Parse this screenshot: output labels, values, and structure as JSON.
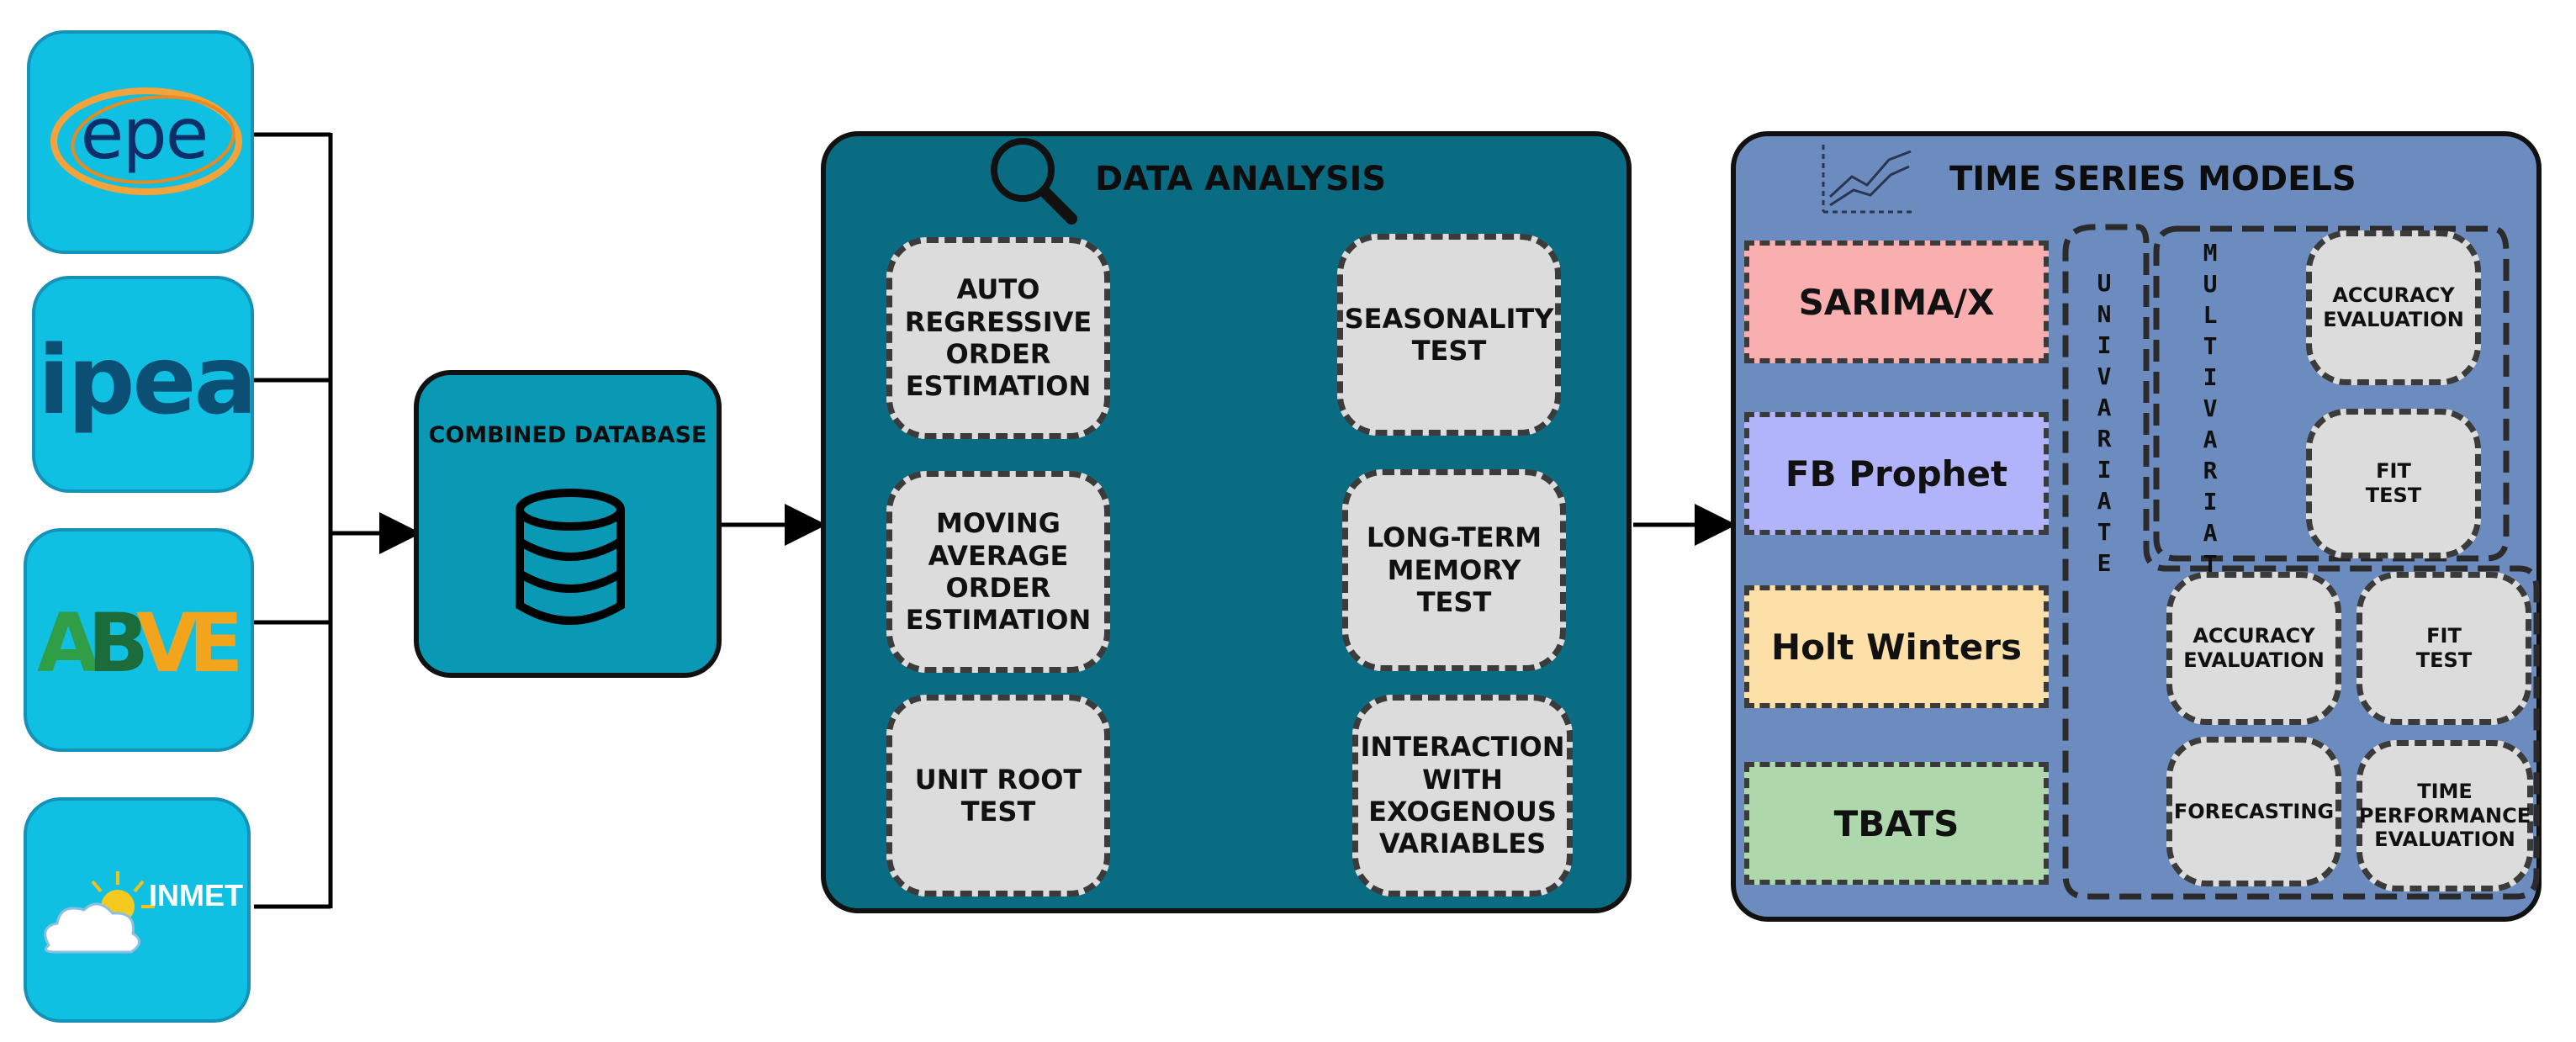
{
  "sources": {
    "epe": "epe",
    "ipea": "ipea",
    "abve": "ABVE",
    "inmet": "INMET"
  },
  "combined_database": {
    "title": "COMBINED DATABASE",
    "icon": "database-icon"
  },
  "data_analysis": {
    "title": "DATA ANALYSIS",
    "icon": "magnifier-icon",
    "tests": [
      "AUTO\nREGRESSIVE\nORDER\nESTIMATION",
      "SEASONALITY\nTEST",
      "MOVING\nAVERAGE\nORDER\nESTIMATION",
      "LONG-TERM\nMEMORY TEST",
      "UNIT ROOT\nTEST",
      "INTERACTION\nWITH\nEXOGENOUS\nVARIABLES"
    ]
  },
  "time_series": {
    "title": "TIME SERIES MODELS",
    "icon": "line-chart-icon",
    "models": [
      {
        "label": "SARIMA/X",
        "color": "#f9aeb0"
      },
      {
        "label": "FB Prophet",
        "color": "#b1b3fb"
      },
      {
        "label": "Holt Winters",
        "color": "#fde0a7"
      },
      {
        "label": "TBATS",
        "color": "#aed8ac"
      }
    ],
    "univariate_label": "U\nN\nI\nV\nA\nR\nI\nA\nT\nE",
    "multivariate_label": "M\nU\nL\nT\nI\nV\nA\nR\nI\nA\nT\nE",
    "multivariate_boxes": [
      "ACCURACY\nEVALUATION",
      "FIT\nTEST"
    ],
    "univariate_boxes": [
      "ACCURACY\nEVALUATION",
      "FIT\nTEST",
      "FORECASTING",
      "TIME\nPERFORMANCE\nEVALUATION"
    ]
  }
}
